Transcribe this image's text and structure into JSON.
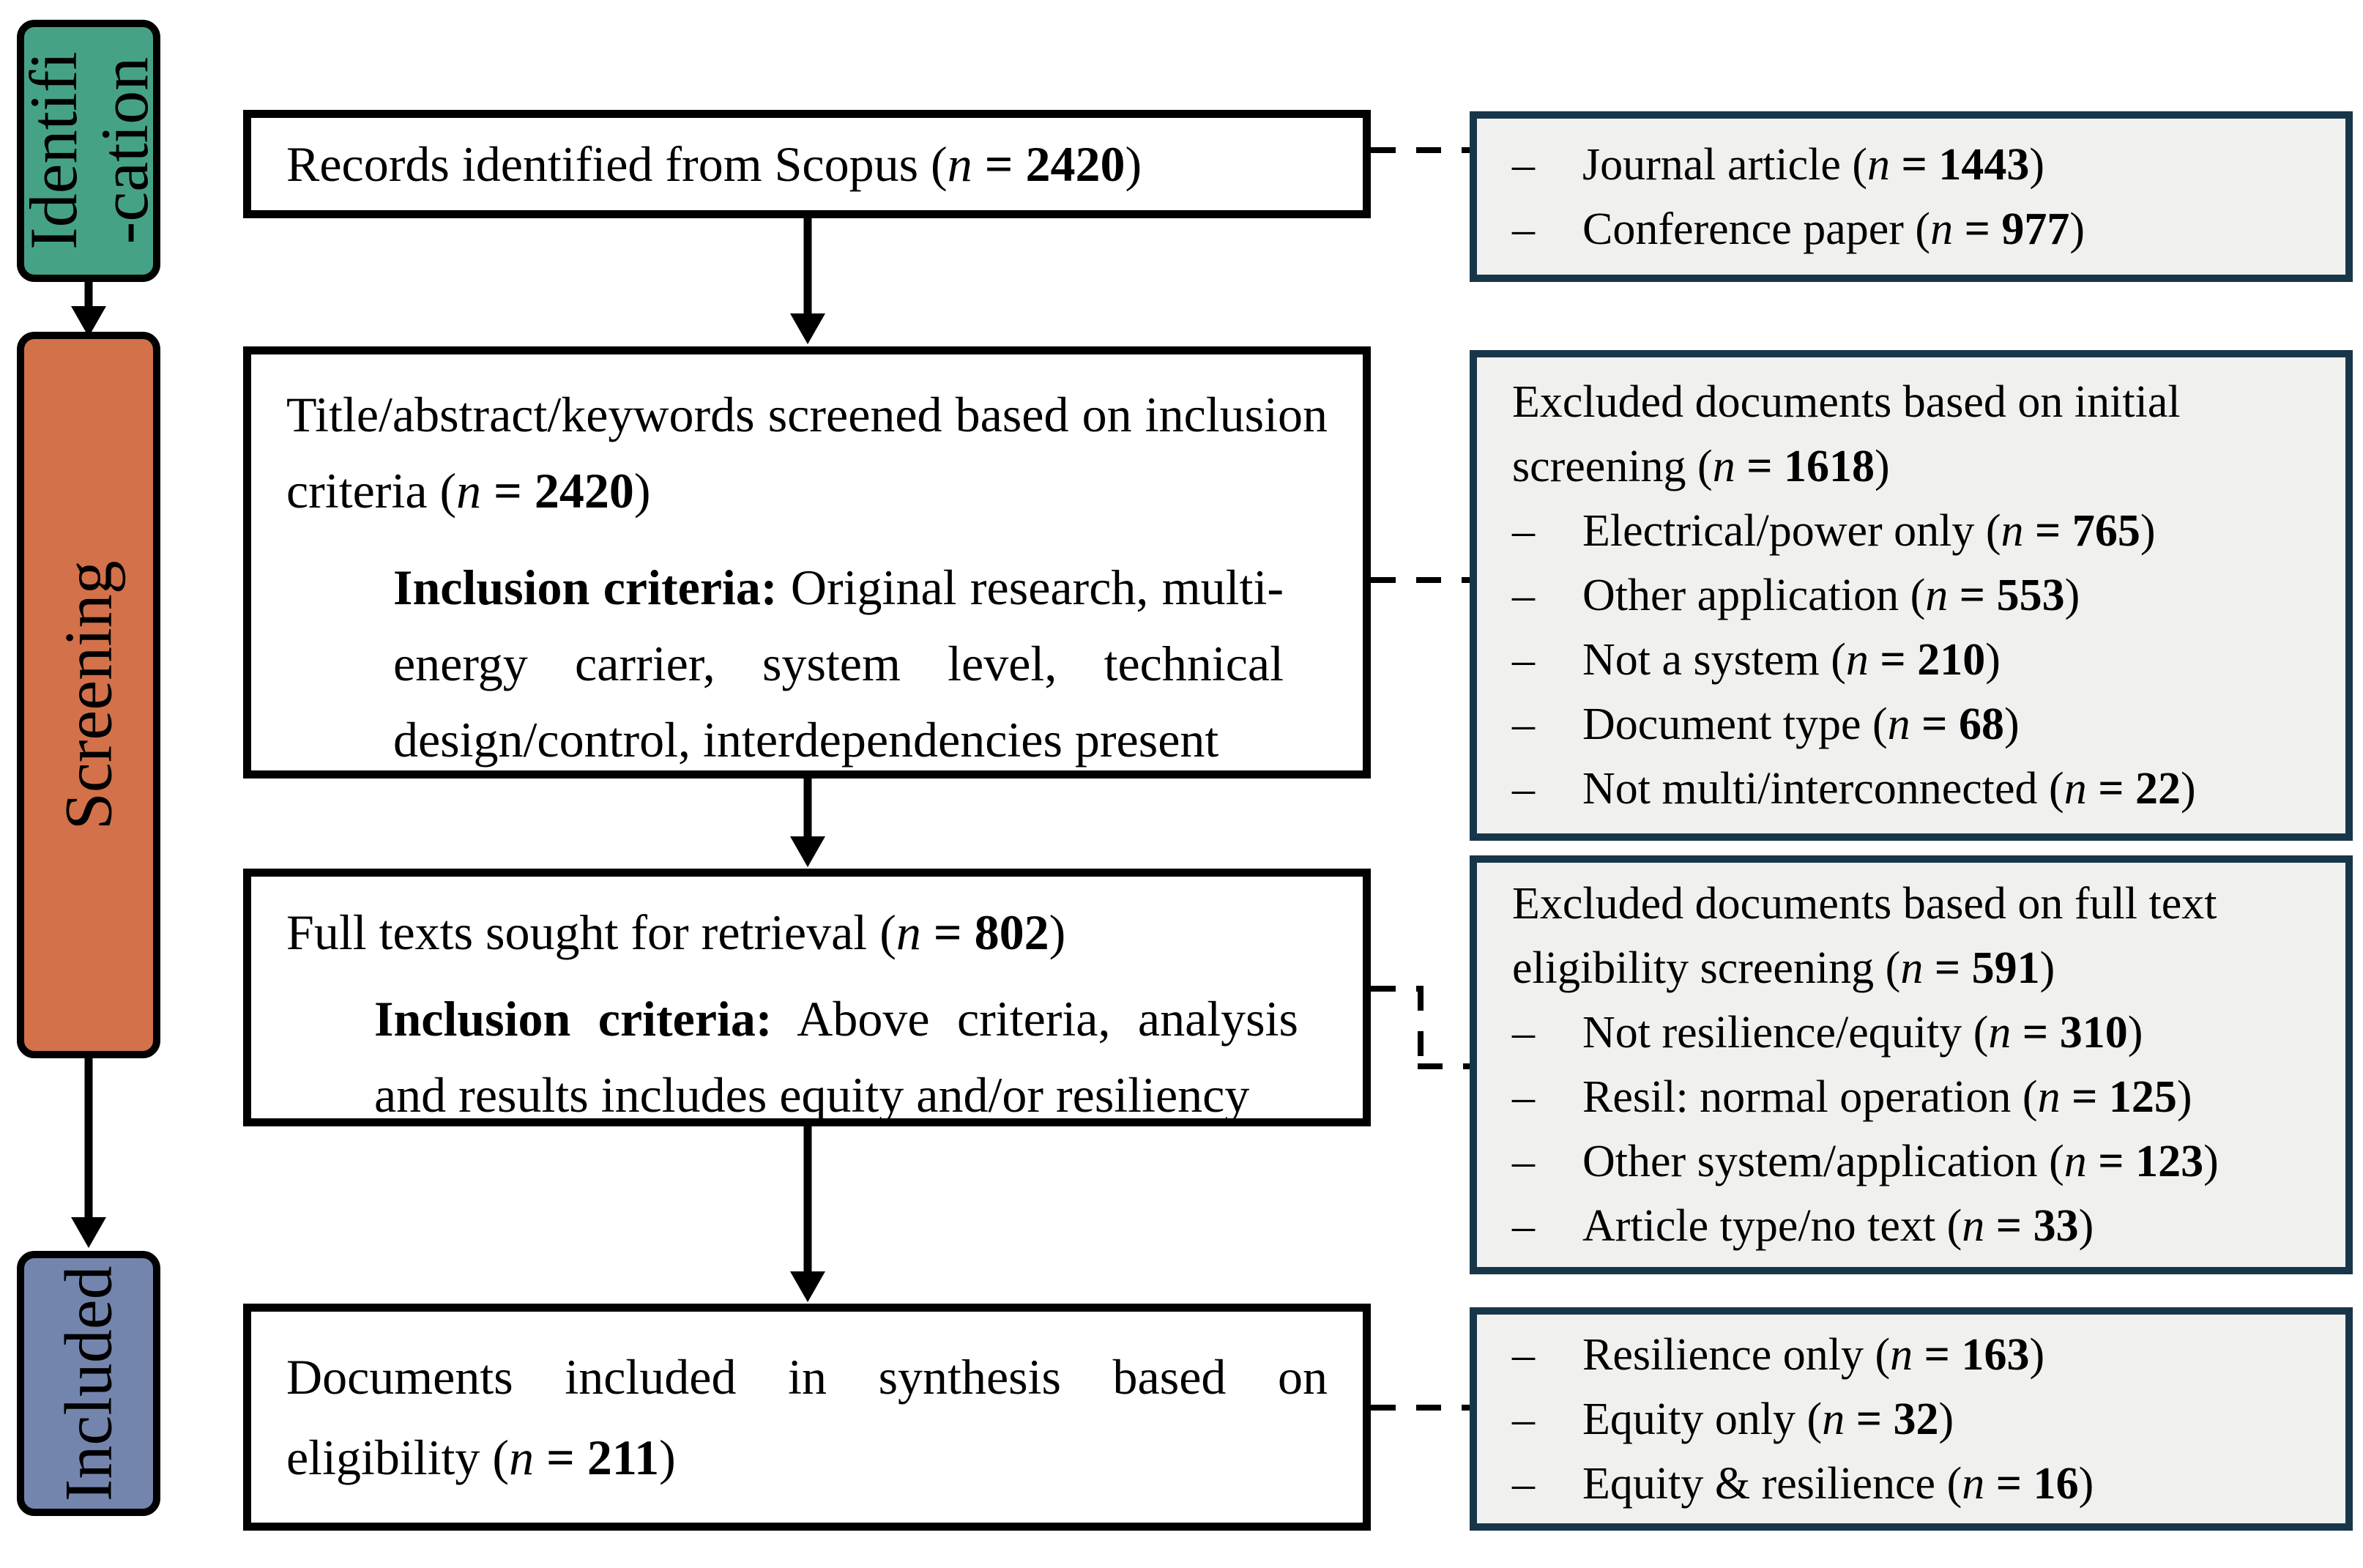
{
  "sidebar": {
    "stages": [
      {
        "id": "identification",
        "label": "Identifi\n-cation",
        "color": "#46a287"
      },
      {
        "id": "screening",
        "label": "Screening",
        "color": "#d3714a"
      },
      {
        "id": "included",
        "label": "Included",
        "color": "#7485ad"
      }
    ]
  },
  "flow": {
    "boxes": [
      {
        "title": "Records identified from Scopus (n = 2420)"
      },
      {
        "title": "Title/abstract/keywords screened based on inclusion criteria (n = 2420)",
        "criteria_lead": "Inclusion criteria:",
        "criteria_rest": " Original research, multi-energy carrier, system level, technical design/control, interdependencies present"
      },
      {
        "title": "Full texts sought for retrieval (n = 802)",
        "criteria_lead": "Inclusion criteria:",
        "criteria_rest": " Above criteria, analysis and results includes equity and/or resiliency"
      },
      {
        "title": "Documents included in synthesis based on eligibility (n = 211)"
      }
    ]
  },
  "side_boxes": [
    {
      "title": "",
      "items": [
        "Journal article (n = 1443)",
        "Conference paper (n = 977)"
      ]
    },
    {
      "title": "Excluded documents based on initial screening (n = 1618)",
      "items": [
        "Electrical/power only (n = 765)",
        "Other application (n = 553)",
        "Not a system (n = 210)",
        "Document type (n = 68)",
        "Not multi/interconnected (n = 22)"
      ]
    },
    {
      "title": "Excluded documents based on full text eligibility screening (n = 591)",
      "items": [
        "Not resilience/equity (n = 310)",
        "Resil: normal operation (n = 125)",
        "Other system/application (n = 123)",
        "Article type/no text (n = 33)"
      ]
    },
    {
      "title": "",
      "items": [
        "Resilience only (n = 163)",
        "Equity only (n = 32)",
        "Equity & resilience (n = 16)"
      ]
    }
  ],
  "glyphs": {
    "dash": "–"
  },
  "colors": {
    "stage-green": "#46a287",
    "stage-orange": "#d3714a",
    "stage-blue": "#7485ad",
    "sbox-border": "#18364a",
    "sbox-bg": "#f0f0ee"
  }
}
